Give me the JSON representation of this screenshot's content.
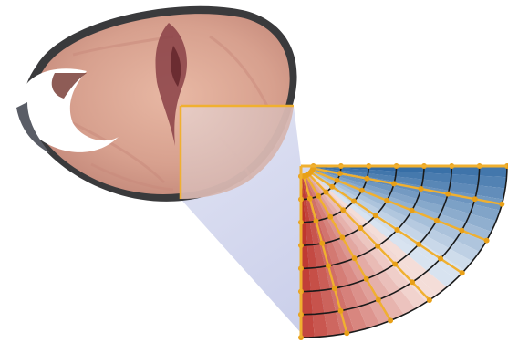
{
  "image": {
    "subject": "fish-steak-with-quadrant-mesh",
    "colors": {
      "background": "#ffffff",
      "skin_dark": "#3a3a3c",
      "flesh_light": "#e8b8a4",
      "flesh_mid": "#d29a88",
      "flesh_dark": "#b06e68",
      "bloodline": "#7d3a3e",
      "cavity": "#ffffff",
      "mesh_line": "#f0b030",
      "mesh_node": "#e8a018",
      "mesh_edge": "#1a1a1a",
      "projection": "#c8cbe8",
      "blue_dark": "#1f5d9c",
      "blue_light": "#d8e3f0",
      "red_dark": "#b8241c",
      "red_light": "#f4ddd8",
      "white": "#ffffff"
    },
    "mesh": {
      "rings": 7,
      "spokes": 7
    }
  }
}
